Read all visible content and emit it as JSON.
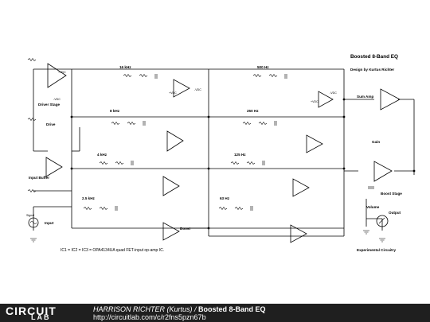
{
  "title": "Boosted 8-Band EQ",
  "designer": "Design by Kurtus Richter",
  "note": "IC1 = IC2 = IC3 = OPA4134UA quad FET-input op-amp IC.",
  "bands": [
    "16 kHz",
    "8 kHz",
    "4 kHz",
    "2.5 kHz",
    "500 Hz",
    "250 Hz",
    "125 Hz",
    "63 Hz"
  ],
  "stages": {
    "driver": "Driver Stage",
    "input_buffer": "Input Buffer",
    "sum_amp": "Sum Amp",
    "boost_stage": "Boost Stage",
    "experimental": "Experimental Circuitry"
  },
  "labels": {
    "drive": "Drive",
    "input": "Input",
    "signal_source": "Signal",
    "boost": "Boost",
    "gain": "Gain",
    "volume": "Volume",
    "output": "Output",
    "vcc_pos": "+VDC",
    "vcc_neg": "-VDC"
  },
  "footer": {
    "logo_top": "CIRCUIT",
    "logo_bottom": "LAB",
    "author": "HARRISON RICHTER (Kurtus)",
    "separator": " / ",
    "circuit_name": "Boosted 8-Band EQ",
    "url": "http://circuitlab.com/c/r2fns5pzn67b"
  }
}
